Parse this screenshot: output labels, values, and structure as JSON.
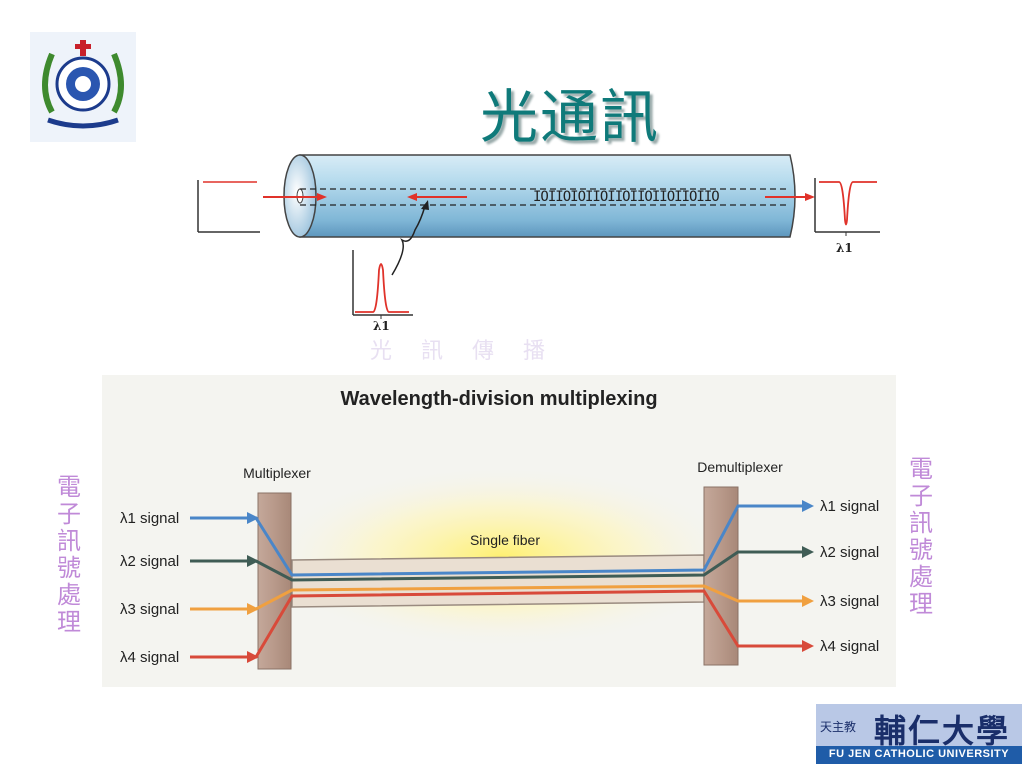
{
  "slide": {
    "title": "光通訊",
    "subtitle": "光 訊 傳 播",
    "side_label_left": "電子訊號處理",
    "side_label_right": "電子訊號處理"
  },
  "fiber_diagram": {
    "bit_pattern": "IOIIOIOIIOIIOIIOIIOIIOIIO",
    "lambda_label_right": "λ1",
    "lambda_label_bottom": "λ1"
  },
  "wdm": {
    "title": "Wavelength-division multiplexing",
    "multiplexer_label": "Multiplexer",
    "demultiplexer_label": "Demultiplexer",
    "fiber_label": "Single fiber",
    "signals": [
      {
        "label": "λ1 signal",
        "color": "#4a86c8"
      },
      {
        "label": "λ2 signal",
        "color": "#3f5c55"
      },
      {
        "label": "λ3 signal",
        "color": "#f0a040"
      },
      {
        "label": "λ4 signal",
        "color": "#d84a3a"
      }
    ]
  },
  "logo": {
    "line1_small": "天主教",
    "line1_large": "輔仁大學",
    "line2": "FU JEN CATHOLIC UNIVERSITY"
  }
}
